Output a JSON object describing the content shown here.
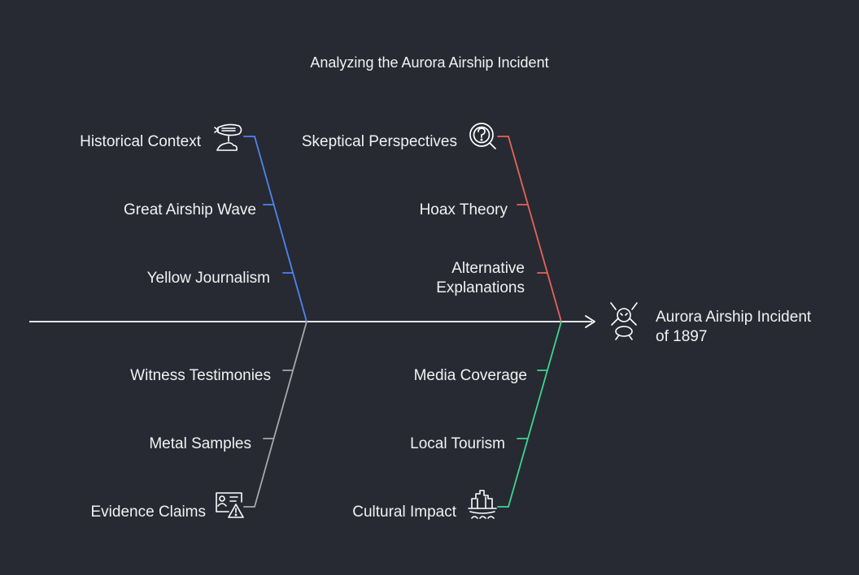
{
  "title": "Analyzing the Aurora Airship Incident",
  "effect": {
    "line1": "Aurora Airship Incident",
    "line2": "of 1897"
  },
  "colors": {
    "background": "#272a33",
    "spine": "#ffffff",
    "historical": "#4f84f0",
    "skeptical": "#e8625a",
    "evidence": "#a6a6ab",
    "cultural": "#3dd68c",
    "text": "#f2f2f2"
  },
  "categories": {
    "historical": {
      "label": "Historical Context",
      "icon": "airship-icon",
      "causes": [
        "Great Airship Wave",
        "Yellow Journalism"
      ]
    },
    "skeptical": {
      "label": "Skeptical Perspectives",
      "icon": "magnifier-question-icon",
      "causes": [
        "Hoax Theory",
        "Alternative Explanations"
      ]
    },
    "evidence": {
      "label": "Evidence Claims",
      "icon": "id-card-warning-icon",
      "causes": [
        "Witness Testimonies",
        "Metal Samples"
      ]
    },
    "cultural": {
      "label": "Cultural Impact",
      "icon": "city-landmark-icon",
      "causes": [
        "Media Coverage",
        "Local Tourism"
      ]
    }
  },
  "alt_explanations": {
    "line1": "Alternative",
    "line2": "Explanations"
  }
}
